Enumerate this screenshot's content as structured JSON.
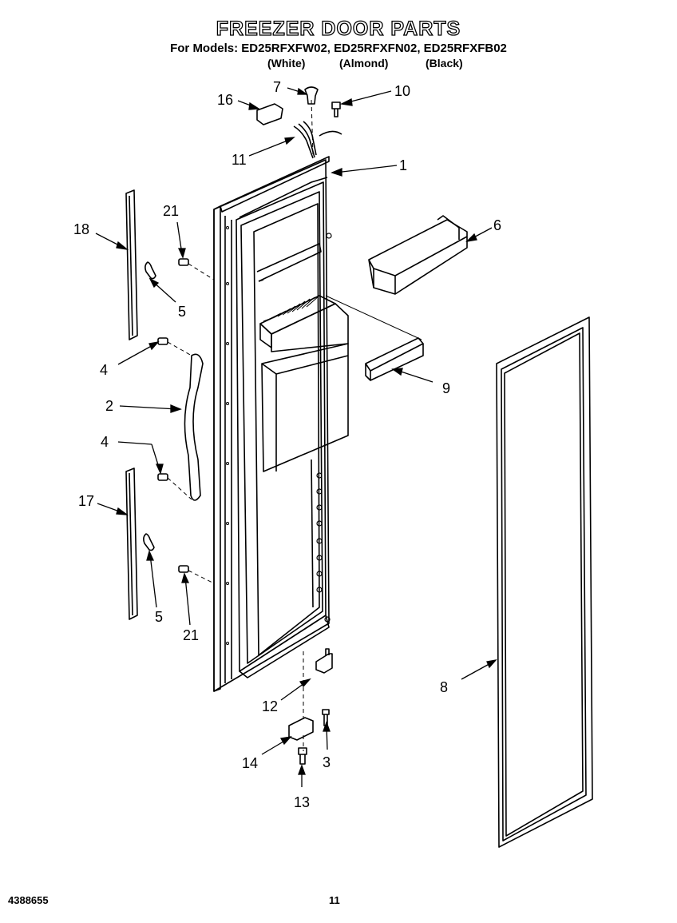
{
  "header": {
    "title": "FREEZER DOOR PARTS",
    "models_line": "For Models: ED25RFXFW02, ED25RFXFN02, ED25RFXFB02",
    "variants": [
      "(White)",
      "(Almond)",
      "(Black)"
    ]
  },
  "callouts": [
    "7",
    "16",
    "10",
    "11",
    "1",
    "21",
    "18",
    "6",
    "5",
    "9",
    "4",
    "2",
    "4",
    "17",
    "5",
    "21",
    "8",
    "12",
    "14",
    "3",
    "13"
  ],
  "footer": {
    "doc_number": "4388655",
    "page_number": "11"
  }
}
